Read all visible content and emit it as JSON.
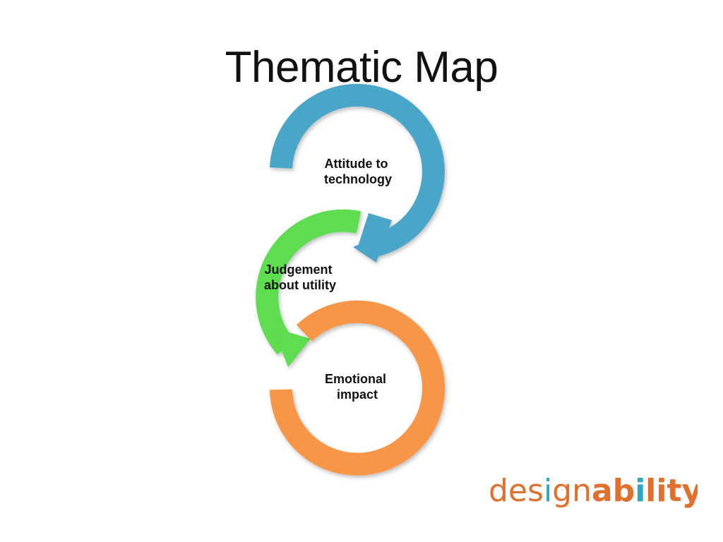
{
  "slide": {
    "title": "Thematic Map"
  },
  "diagram": {
    "nodes": [
      {
        "line1": "Attitude to",
        "line2": "technology",
        "color": "#4aa6c8"
      },
      {
        "line1": "Judgement",
        "line2": "about utility",
        "color": "#5ddd4f"
      },
      {
        "line1": "Emotional",
        "line2": "impact",
        "color": "#f79646"
      }
    ]
  },
  "logo": {
    "part1": "des",
    "part2": "i",
    "part3": "gn",
    "part4": "ab",
    "part5": "i",
    "part6": "lity",
    "color_orange": "#e0702c",
    "color_blue": "#2aa8c8"
  }
}
